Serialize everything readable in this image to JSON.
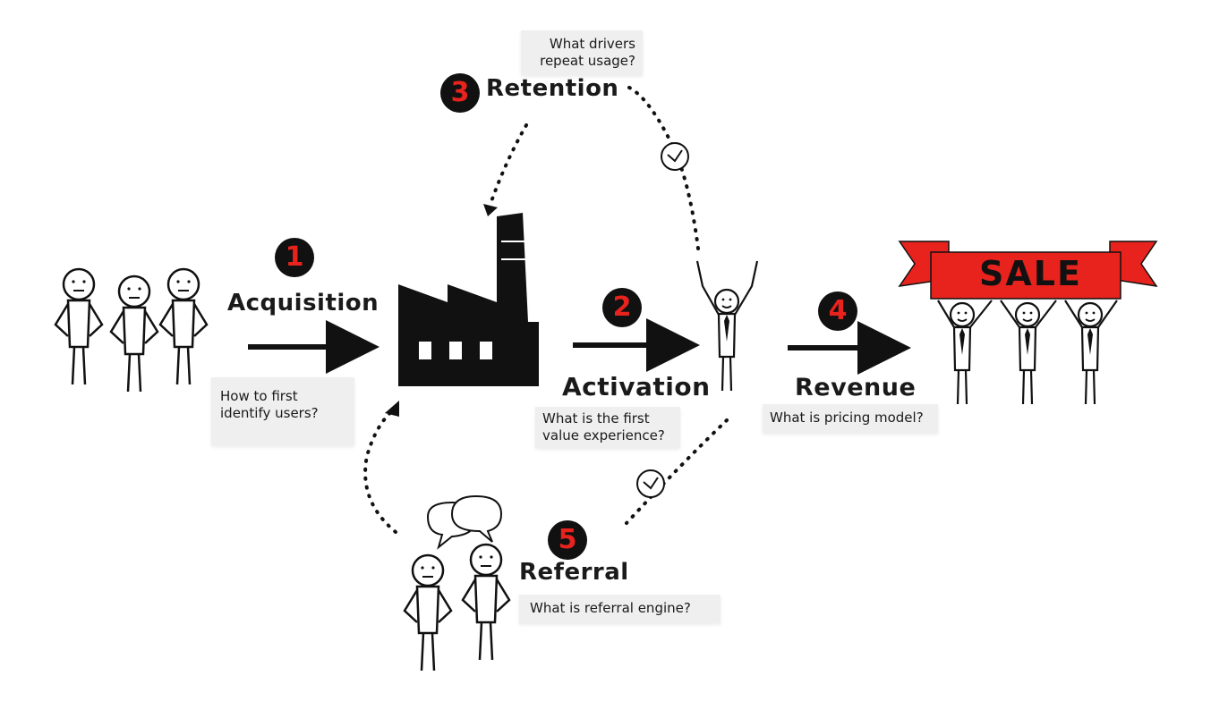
{
  "stages": {
    "acquisition": {
      "number": "1",
      "label": "Acquisition",
      "question": "How to first\nidentify users?"
    },
    "activation": {
      "number": "2",
      "label": "Activation",
      "question": "What is the first\nvalue experience?"
    },
    "retention": {
      "number": "3",
      "label": "Retention",
      "question": "What drivers\nrepeat usage?"
    },
    "revenue": {
      "number": "4",
      "label": "Revenue",
      "question": "What is pricing model?"
    },
    "referral": {
      "number": "5",
      "label": "Referral",
      "question": "What is referral engine?"
    }
  },
  "banner": {
    "text": "SALE",
    "color": "#e8231d"
  },
  "icons": [
    "stick-figure-icon",
    "factory-icon",
    "clock-icon",
    "speech-bubble-icon",
    "arrow-icon",
    "banner-icon"
  ],
  "colors": {
    "accent": "#e8231d",
    "ink": "#111111",
    "note_bg": "#efefef"
  }
}
